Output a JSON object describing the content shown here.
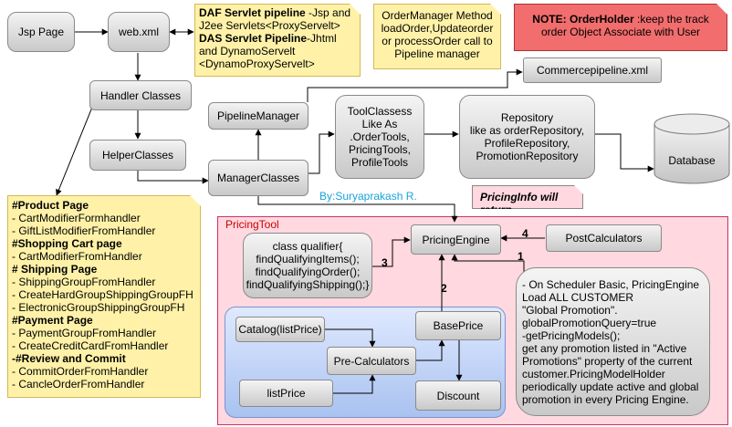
{
  "boxes": {
    "jsp_page": "Jsp Page",
    "web_xml": "web.xml",
    "handler_classes": "Handler Classes",
    "helper_classes": "HelperClasses",
    "pipeline_manager": "PipelineManager",
    "manager_classes": "ManagerClasses",
    "tool_classes": "ToolClassess\nLike As\n.OrderTools,\nPricingTools,\nProfileTools",
    "repository": "Repository\nlike as orderRepository,\nProfileRepository,\nPromotionRepository",
    "commerce_pipeline": "Commercepipeline.xml",
    "database": "Database",
    "pricing_engine": "PricingEngine",
    "post_calculators": "PostCalculators",
    "qualifier": "class qualifier{\nfindQualifyingItems();\nfindQualifyingOrder();\nfindQualifyingShipping();}",
    "catalog": "Catalog(listPrice)",
    "base_price": "BasePrice",
    "pre_calculators": "Pre-Calculators",
    "list_price": "listPrice",
    "discount": "Discount",
    "scheduler_note": "- On Scheduler Basic, PricingEngine\nLoad ALL CUSTOMER\n\"Global Promotion\".\nglobalPromotionQuery=true\n-getPricingModels();\nget any promotion listed in \"Active\nPromotions\" property of the current\ncustomer.PricingModelHolder\nperiodically update active and global\npromotion in every Pricing Engine."
  },
  "notes": {
    "daf_bold": "DAF Servlet pipeline",
    "daf_rest": " -Jsp and J2ee    Servlets<ProxyServelt>",
    "das_bold": "DAS Servlet Pipeline",
    "das_rest": "-Jhtml and DynamoServelt <DynamoProxyServelt>",
    "order_manager": "OrderManager Method loadOrder,Updateorder or processOrder call to Pipeline manager",
    "orderholder_bold": "NOTE: OrderHolder",
    "orderholder_rest": " :keep the track order Object Associate with User",
    "pricing_info": "PricingInfo will return",
    "handlers": [
      {
        "t": "#Product Page",
        "h": true
      },
      {
        "t": "- CartModifierFormhandler",
        "h": false
      },
      {
        "t": "- GiftListModifierFromHandler",
        "h": false
      },
      {
        "t": "#Shopping Cart page",
        "h": true
      },
      {
        "t": "- CartModifierFromHandler",
        "h": false
      },
      {
        "t": "# Shipping Page",
        "h": true
      },
      {
        "t": "- ShippingGroupFromHandler",
        "h": false
      },
      {
        "t": "- CreateHardGroupShippingGroupFH",
        "h": false
      },
      {
        "t": "- ElectronicGroupShippingGroupFH",
        "h": false
      },
      {
        "t": "#Payment Page",
        "h": true
      },
      {
        "t": "- PaymentGroupFromHandler",
        "h": false
      },
      {
        "t": "- CreateCreditCardFromHandler",
        "h": false
      },
      {
        "t": "-#Review and Commit",
        "h": true
      },
      {
        "t": "- CommitOrderFromHandler",
        "h": false
      },
      {
        "t": "- CancleOrderFromHandler",
        "h": false
      }
    ]
  },
  "labels": {
    "author": "By:Suryaprakash R.",
    "pricing_tool": "PricingTool",
    "n1": "1",
    "n2": "2",
    "n3": "3",
    "n4": "4"
  },
  "colors": {
    "pricing_bg": "#ffd8e0",
    "pricing_border": "#cc3366",
    "pricing_title": "#cc0000",
    "blue_area": "#c8d8f8",
    "note_red": "#f26d6d",
    "author": "#1aa3d9"
  }
}
